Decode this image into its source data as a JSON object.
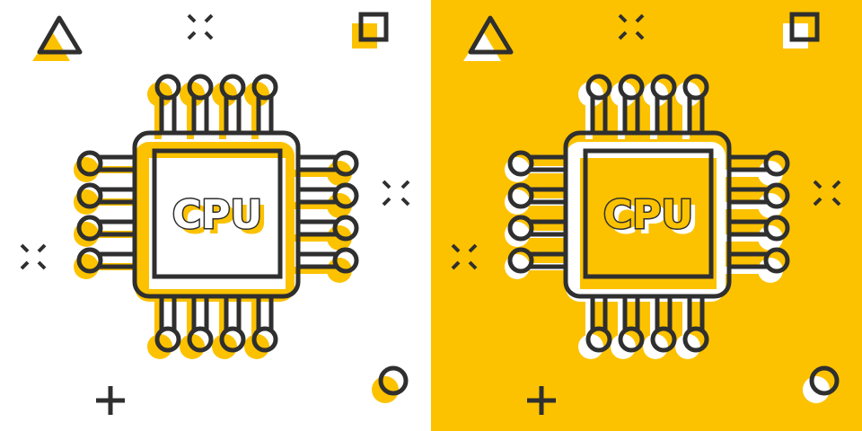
{
  "colors": {
    "ink": "#2f2f2f",
    "yellow": "#fcc200",
    "white": "#ffffff"
  },
  "panels": [
    {
      "id": "left",
      "background": "#ffffff",
      "accent": "#fcc200",
      "chip_label": "CPU"
    },
    {
      "id": "right",
      "background": "#fcc200",
      "accent": "#ffffff",
      "chip_label": "CPU"
    }
  ],
  "decorations": [
    "triangle-icon",
    "cross-sparkle-icon",
    "square-icon",
    "plus-icon",
    "circle-icon"
  ]
}
